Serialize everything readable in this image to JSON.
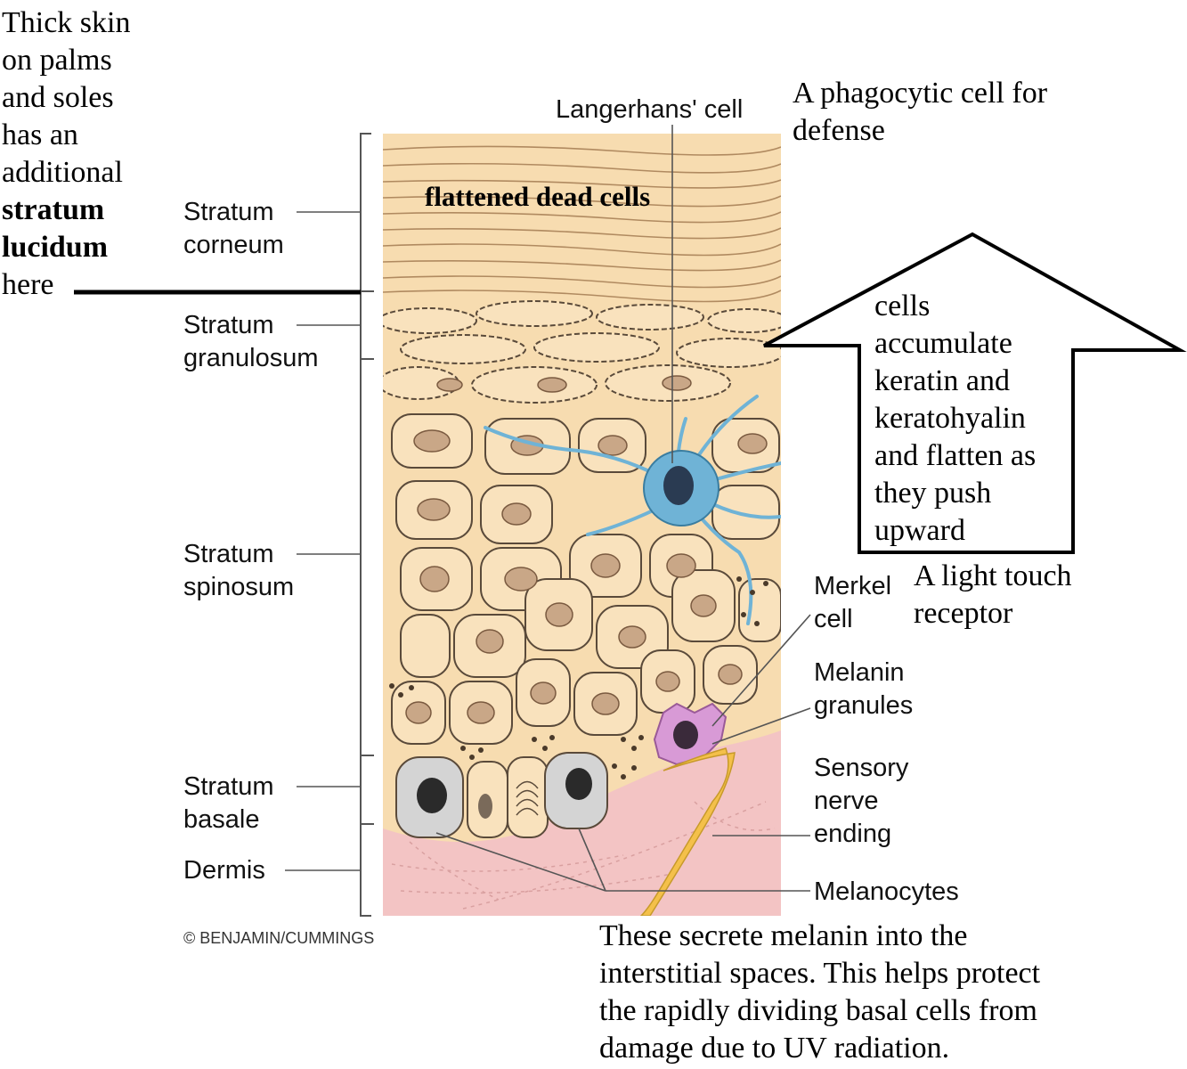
{
  "annotations": {
    "thick_skin": [
      "Thick skin",
      "on palms",
      "and soles",
      "has an",
      "additional"
    ],
    "stratum_lucidum": [
      "stratum",
      "lucidum"
    ],
    "thick_skin_tail": "here",
    "langerhans_note": "A phagocytic cell for\ndefense",
    "arrow_note": "cells\naccumulate\nkeratin and\nkeratohyalin\nand flatten as\nthey push\nupward",
    "merkel_note": "A light touch\nreceptor",
    "melanocyte_note": "These secrete melanin into the\ninterstitial spaces.  This helps protect\nthe rapidly dividing basal cells from\ndamage due to UV radiation."
  },
  "layers": {
    "corneum": "Stratum\ncorneum",
    "granulosum": "Stratum\ngranulosum",
    "spinosum": "Stratum\nspinosum",
    "basale": "Stratum\nbasale",
    "dermis": "Dermis"
  },
  "callouts": {
    "langerhans": "Langerhans' cell",
    "dead_cells": "flattened dead cells",
    "merkel": "Merkel\ncell",
    "melanin": "Melanin\ngranules",
    "sensory": "Sensory\nnerve\nending",
    "melanocytes": "Melanocytes"
  },
  "credit": "© BENJAMIN/CUMMINGS",
  "colors": {
    "epidermis": "#f7dcb0",
    "dermis": "#f3c4c4",
    "cell_outline": "#5a4a3a",
    "langerhans": "#6fb3d6",
    "merkel": "#d89ad6",
    "nerve": "#f4c04a"
  }
}
